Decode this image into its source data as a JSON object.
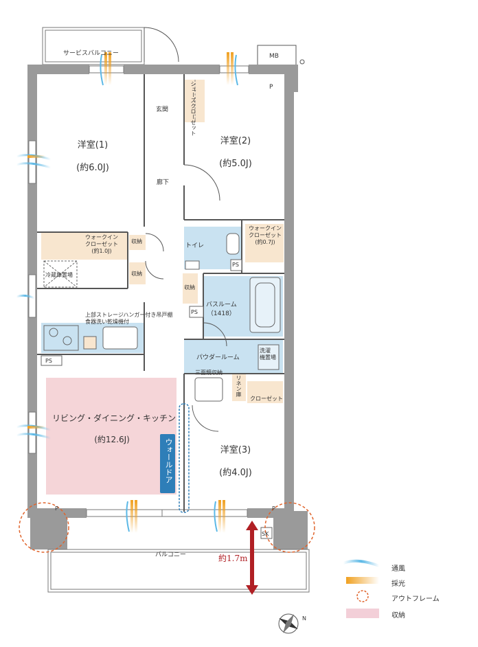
{
  "rooms": {
    "western1": {
      "name": "洋室(1)",
      "size": "(約6.0J)"
    },
    "western2": {
      "name": "洋室(2)",
      "size": "(約5.0J)"
    },
    "western3": {
      "name": "洋室(3)",
      "size": "(約4.0J)"
    },
    "ldk": {
      "name": "リビング・ダイニング・キッチン",
      "size": "(約12.6J)"
    }
  },
  "labels": {
    "service_balcony": "サービスバルコニー",
    "mb": "MB",
    "entrance": "玄関",
    "shoes_closet": "シューズクローゼット",
    "hallway": "廊下",
    "wic1": "ウォークイン\nクローゼット\n(約1.0J)",
    "wic2": "ウォークイン\nクローゼット\n(約0.7J)",
    "storage": "収納",
    "toilet": "トイレ",
    "ps": "PS",
    "fridge": "冷蔵庫置場",
    "bathroom": "バスルーム\n（1418）",
    "kitchen_note": "上部ストレージハンガー付き吊戸棚\n食器洗い乾燥機付",
    "powder_room": "パウダールーム",
    "washer": "洗濯\n機置場",
    "three_mirror": "三面鏡収納",
    "linen": "リネン庫",
    "closet": "クローゼット",
    "wall_door": "ウォールドア",
    "balcony": "バルコニー",
    "depth": "約1.7m",
    "sk": "SK",
    "p": "P",
    "compass_n": "N"
  },
  "legend": [
    {
      "label": "通風",
      "color": "#5bb8e6"
    },
    {
      "label": "採光",
      "color": "#f0a020"
    },
    {
      "label": "アウトフレーム",
      "color": "#e0642c"
    },
    {
      "label": "収納",
      "color": "#f3cfd8"
    }
  ],
  "colors": {
    "wall": "#9a9a9a",
    "storage": "#f8e6cf",
    "water": "#c9e2f1",
    "ldk": "#f5d5d8",
    "wall_door_label": "#2e7eb8",
    "depth_arrow": "#b01f24",
    "outframe": "#e0642c"
  }
}
